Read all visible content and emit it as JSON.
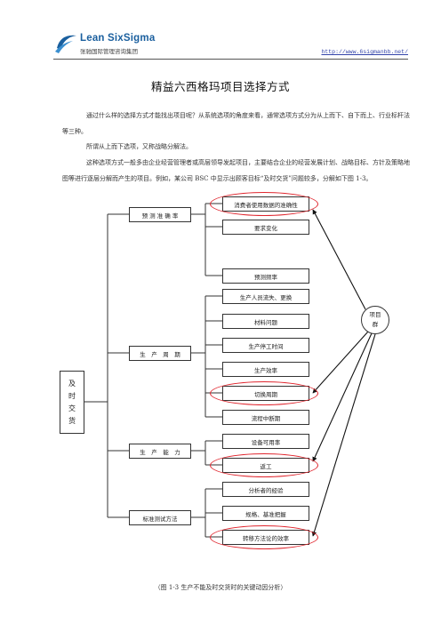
{
  "header": {
    "brand_name": "Lean SixSigma",
    "brand_sub": "张驰国际管理咨询集团",
    "url": "http://www.6sigmanbb.net/"
  },
  "document": {
    "title": "精益六西格玛项目选择方式",
    "paragraphs": [
      "通过什么样的选择方式才能找出项目呢？从系统选项的角度来看，通常选项方式分为从上而下、自下而上、行业标杆法等三种。",
      "所谓从上而下选项，又称战略分解法。",
      "这种选项方式一般多由企业经营管理者或高层领导发起项目，主要结合企业的经营发展计划、战略目标、方针及策略地图等进行逐层分解而产生的项目。例如，某公司 BSC 中显示出顾客目标“及时交货”问题较多，分解如下图 1-3。"
    ],
    "caption": "（图 1-3   生产不能及时交货时的关键动因分析）"
  },
  "diagram": {
    "root": [
      "及",
      "时",
      "交",
      "货"
    ],
    "categories": [
      "预 测 准 确 率",
      "生　产　周　期",
      "生　产　能　力",
      "标准测试方法"
    ],
    "leaves": [
      "消费者使用数据的准确性",
      "要求变化",
      "预测频率",
      "生产人员流失、更换",
      "材料问题",
      "生产停工时间",
      "生产效率",
      "切换周期",
      "流程中断期",
      "设备可用率",
      "返工",
      "分析者的经验",
      "规格、基准把握",
      "转移方法论的效率"
    ],
    "project_group": [
      "项目",
      "群"
    ],
    "highlight_color": "#e0262e"
  }
}
